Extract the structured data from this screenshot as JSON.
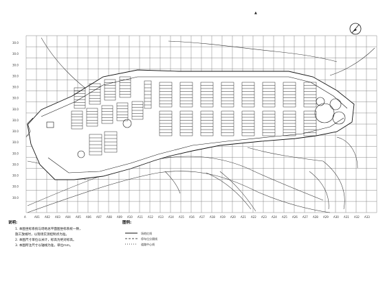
{
  "drawing": {
    "title_mark": "▲"
  },
  "row_labels": [
    "30.0",
    "30.0",
    "30.0",
    "30.0",
    "30.0",
    "30.0",
    "30.0",
    "30.0",
    "30.0",
    "30.0",
    "30.0",
    "30.0",
    "30.0",
    "30.0",
    "30.0"
  ],
  "col_labels": [
    "A",
    "A01",
    "A02",
    "A03",
    "A04",
    "A05",
    "A06",
    "A07",
    "A08",
    "A09",
    "A10",
    "A11",
    "A12",
    "A13",
    "A14",
    "A15",
    "A16",
    "A17",
    "A18",
    "A19",
    "A20",
    "A21",
    "A22",
    "A23",
    "A24",
    "A25",
    "A26",
    "A27",
    "A28",
    "A29",
    "A30",
    "A31",
    "A32",
    "A33"
  ],
  "notes": {
    "heading": "说明:",
    "lines": [
      "1. 本图坐标系统与场地总平面图坐标系统一致，",
      "   施工放线时，以现场实测控制点为准。",
      "2. 本图尺寸单位以米计，标高为绝对标高。",
      "3. 本图所注尺寸以轴线为准，单位mm。"
    ]
  },
  "legend": {
    "heading": "图例:",
    "items": [
      {
        "symbol": "line",
        "label": "场地红线"
      },
      {
        "symbol": "dash",
        "label": "停车位分隔线"
      },
      {
        "symbol": "dot",
        "label": "道路中心线"
      }
    ]
  },
  "colors": {
    "grid": "#777777",
    "lines": "#111111",
    "paper": "#ffffff"
  }
}
